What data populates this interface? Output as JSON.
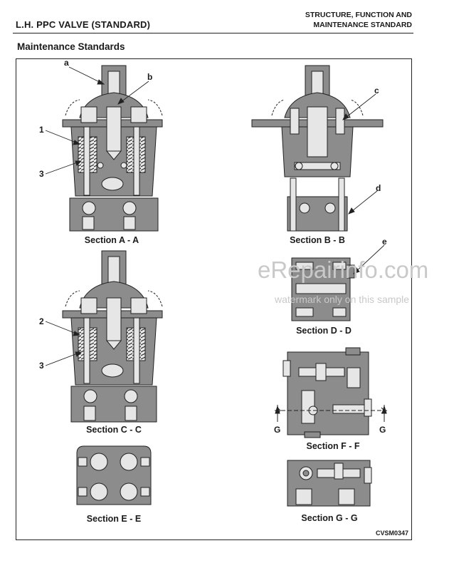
{
  "header": {
    "left_title": "L.H. PPC VALVE (STANDARD)",
    "right_title_line1": "STRUCTURE, FUNCTION AND",
    "right_title_line2": "MAINTENANCE STANDARD"
  },
  "section_title": "Maintenance Standards",
  "diagram": {
    "sections": [
      "Section A - A",
      "Section B - B",
      "Section C - C",
      "Section D - D",
      "Section E - E",
      "Section F - F",
      "Section G - G"
    ],
    "callouts": [
      "a",
      "b",
      "c",
      "d",
      "e",
      "1",
      "2",
      "3",
      "3"
    ],
    "cut_markers": [
      "G",
      "G"
    ],
    "drawing_code": "CVSM0347"
  },
  "watermark": {
    "main": "eRepairinfo.com",
    "sub": "watermark only on this sample"
  },
  "colors": {
    "body_fill": "#8c8c8c",
    "light_fill": "#e6e6e6",
    "ink": "#1a1a1a",
    "watermark": "#c9c9c9"
  }
}
